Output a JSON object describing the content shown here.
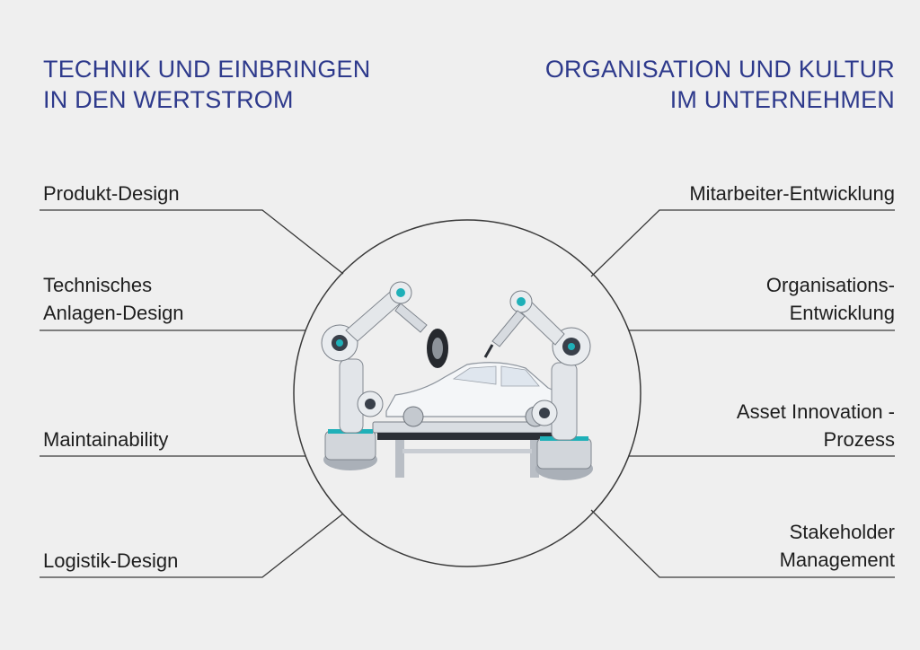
{
  "left_heading": [
    "TECHNIK UND EINBRINGEN",
    "IN DEN WERTSTROM"
  ],
  "right_heading": [
    "ORGANISATION UND KULTUR",
    "IM UNTERNEHMEN"
  ],
  "left_items": [
    {
      "lines": [
        "Produkt-Design"
      ]
    },
    {
      "lines": [
        "Technisches",
        "Anlagen-Design"
      ]
    },
    {
      "lines": [
        "Maintainability"
      ]
    },
    {
      "lines": [
        "Logistik-Design"
      ]
    }
  ],
  "right_items": [
    {
      "lines": [
        "Mitarbeiter-Entwicklung"
      ]
    },
    {
      "lines": [
        "Organisations-",
        "Entwicklung"
      ]
    },
    {
      "lines": [
        "Asset Innovation -",
        "Prozess"
      ]
    },
    {
      "lines": [
        "Stakeholder",
        "Management"
      ]
    }
  ],
  "illustration": "robot-assembly-line-car",
  "colors": {
    "background": "#efefef",
    "heading": "#2e3a8c",
    "text": "#1e1e1e",
    "line": "#3a3a3a",
    "accent": "#1fb0b8"
  }
}
